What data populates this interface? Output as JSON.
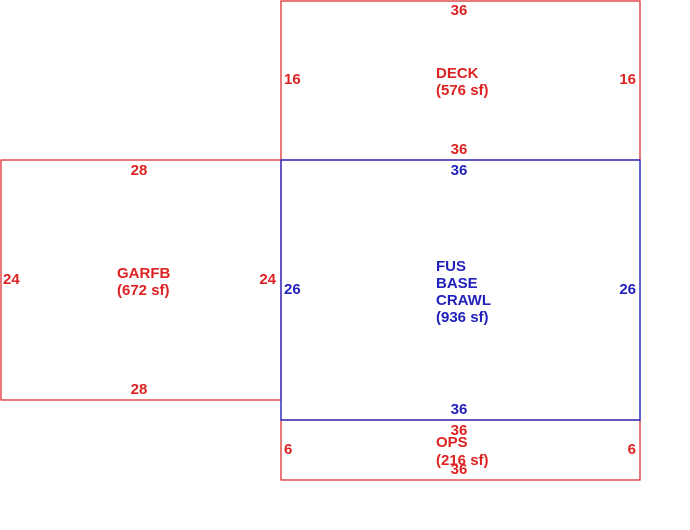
{
  "colors": {
    "red": "#dd2222",
    "blue": "#2222bb"
  },
  "areas": {
    "deck": {
      "name": "DECK",
      "area": "(576 sf)",
      "top": "36",
      "bottom": "36",
      "left": "16",
      "right": "16"
    },
    "main": {
      "name1": "FUS",
      "name2": "BASE",
      "name3": "CRAWL",
      "area": "(936 sf)",
      "top": "36",
      "bottom": "36",
      "left": "26",
      "right": "26"
    },
    "garfb": {
      "name": "GARFB",
      "area": "(672 sf)",
      "top": "28",
      "bottom": "28",
      "left": "24",
      "right": "24"
    },
    "ops": {
      "name": "OPS",
      "area": "(216 sf)",
      "top": "36",
      "bottom": "36",
      "left": "6",
      "right": "6"
    }
  }
}
